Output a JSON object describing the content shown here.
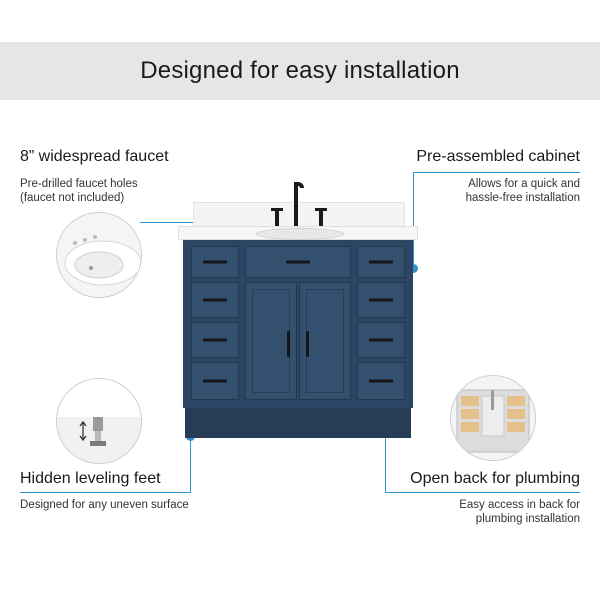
{
  "header": {
    "title": "Designed for easy installation"
  },
  "features": {
    "faucet": {
      "title": "8” widespread faucet",
      "desc_line1": "Pre-drilled faucet holes",
      "desc_line2": "(faucet not included)",
      "icon": "sink-basin-icon"
    },
    "cabinet": {
      "title": "Pre-assembled cabinet",
      "desc_line1": "Allows for  a quick and",
      "desc_line2": "hassle-free installation"
    },
    "feet": {
      "title": "Hidden leveling feet",
      "desc_line1": "Designed for any uneven surface",
      "icon": "leveling-foot-icon"
    },
    "plumbing": {
      "title": "Open back for plumbing",
      "desc_line1": "Easy access in back for",
      "desc_line2": "plumbing installation",
      "icon": "cabinet-back-icon"
    }
  },
  "colors": {
    "accent": "#2f8fcf",
    "cabinet": "#2d4564",
    "banner": "#e6e6e6"
  }
}
